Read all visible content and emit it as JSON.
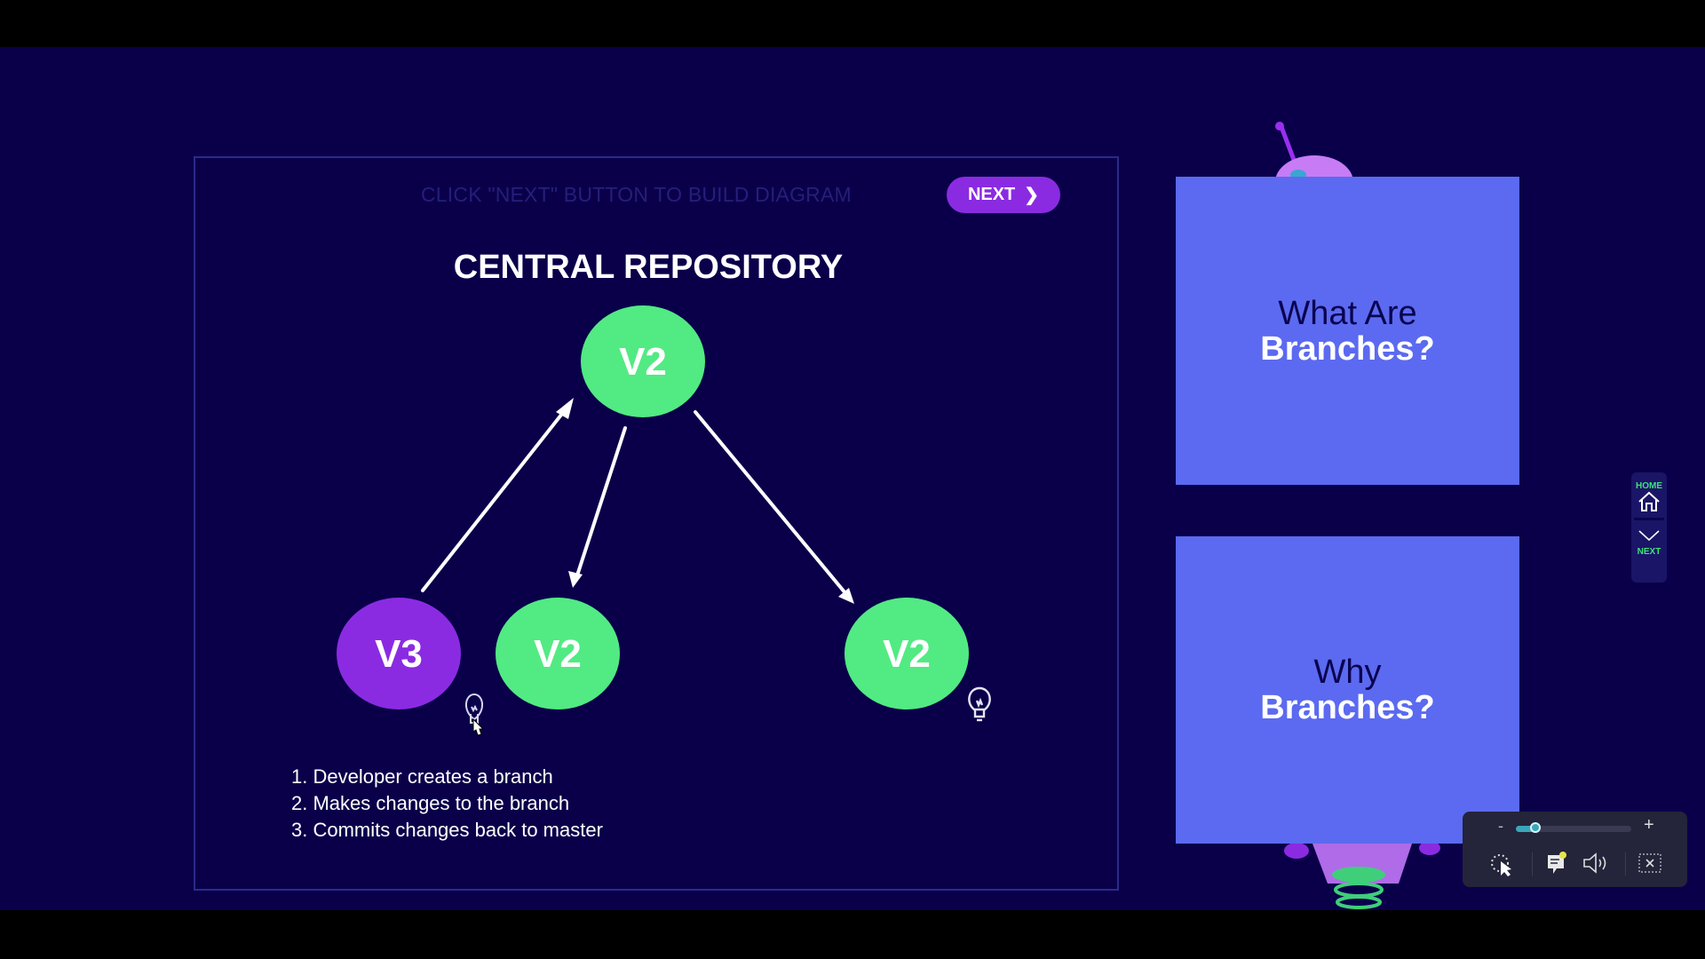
{
  "slide": {
    "instruction": "CLICK \"NEXT\" BUTTON TO BUILD DIAGRAM",
    "next_button": "NEXT",
    "title": "CENTRAL REPOSITORY",
    "nodes": {
      "central": "V2",
      "branch_modified": "V3",
      "branch_copy": "V2",
      "other_copy": "V2"
    },
    "steps": [
      "1. Developer creates a branch",
      "2. Makes changes to the branch",
      "3. Commits changes back to master"
    ],
    "hint_icons": [
      "lightbulb-icon",
      "lightbulb-icon"
    ]
  },
  "cards": [
    {
      "line1": "What Are",
      "line2": "Branches?"
    },
    {
      "line1": "Why",
      "line2": "Branches?"
    }
  ],
  "side_nav": {
    "home_label": "HOME",
    "next_label": "NEXT"
  },
  "player_controls": {
    "zoom_minus": "-",
    "zoom_plus": "+",
    "zoom_level_fraction": 0.17,
    "icons": [
      "pointer-highlight-icon",
      "captions-icon",
      "volume-icon",
      "exit-fullscreen-icon"
    ]
  },
  "colors": {
    "background": "#0a004a",
    "accent_purple": "#8a2be2",
    "node_green": "#52ea83",
    "card_blue": "#5b6af0",
    "nav_green": "#3fe07e"
  }
}
